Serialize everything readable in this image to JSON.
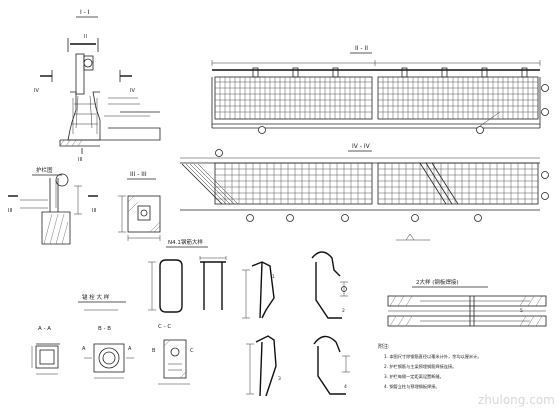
{
  "sections": {
    "s11": "I - I",
    "s22": "II - II",
    "s33": "III - III",
    "s44": "IV - IV",
    "guardrail": "护栏图",
    "detailA": "锚 栓 大 样",
    "aa": "A - A",
    "bb": "B - B",
    "cc": "C - C",
    "steel": "N4.1钢筋大样",
    "detail2": "2大样 (钢板焊接)"
  },
  "marks": {
    "two": "II",
    "three": "III",
    "four": "IV",
    "A": "A",
    "B": "B",
    "C": "C",
    "c1": "1",
    "c2": "2",
    "c3": "3",
    "c4": "4",
    "c5": "5"
  },
  "notes": {
    "head": "附注:",
    "n1": "1. 本图尺寸除钢筋直径以毫米计外，余均以厘米计。",
    "n2": "2. 护栏钢筋与主梁预埋钢筋焊接连接。",
    "n3": "3. 护栏每隔一定距离设置断缝。",
    "n4": "4. 钢管立柱与预埋钢板焊接。"
  },
  "watermark": "zhulong.com"
}
